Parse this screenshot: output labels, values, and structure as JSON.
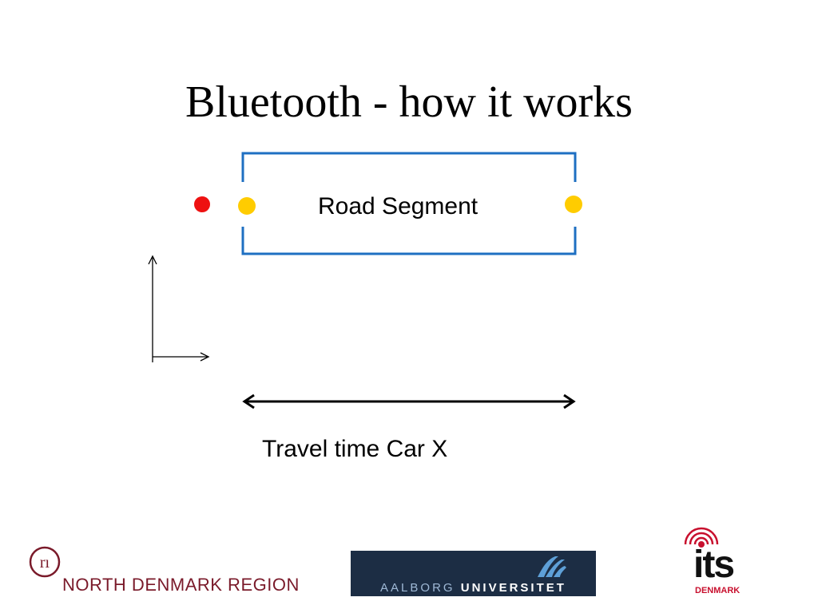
{
  "slide": {
    "title": "Bluetooth - how it works",
    "road_segment_label": "Road Segment",
    "travel_time_label": "Travel time Car X"
  },
  "colors": {
    "segment_border": "#1e6fc2",
    "detector": "#ffcc00",
    "car": "#ee1111",
    "arrow": "#000000"
  },
  "logos": {
    "north_denmark_region": {
      "text": "NORTH DENMARK REGION",
      "mark": "rn"
    },
    "aalborg_universitet": {
      "aalborg": "AALBORG",
      "universitet": "UNIVERSITET"
    },
    "its_denmark": {
      "its": "its",
      "denmark": "DENMARK"
    }
  }
}
